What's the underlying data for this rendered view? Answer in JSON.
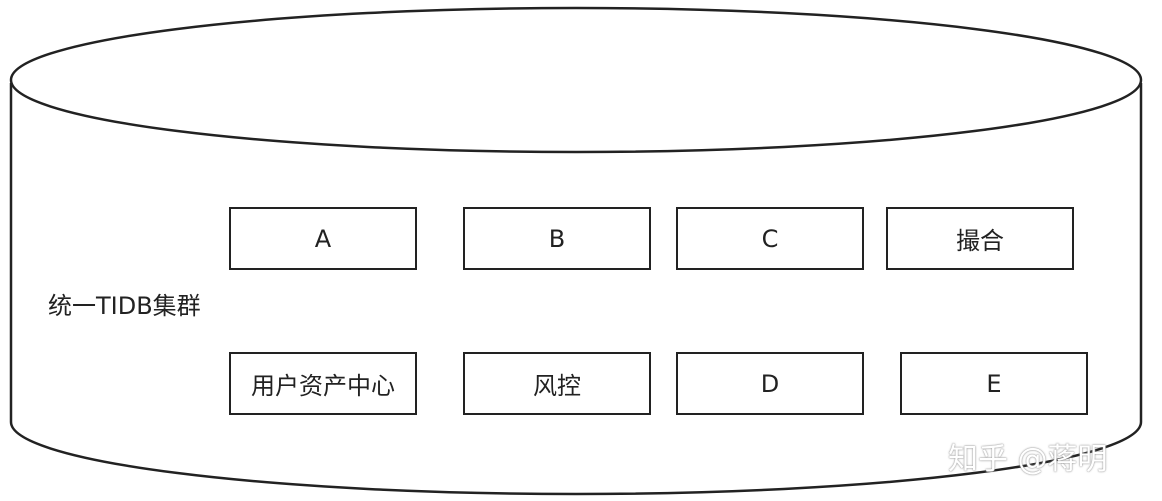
{
  "cluster": {
    "label": "统一TIDB集群"
  },
  "modules": {
    "row1": [
      "A",
      "B",
      "C",
      "撮合"
    ],
    "row2": [
      "用户资产中心",
      "风控",
      "D",
      "E"
    ]
  },
  "watermark": {
    "text": "知乎 @蒋明"
  },
  "colors": {
    "stroke": "#222222",
    "background": "#ffffff"
  }
}
